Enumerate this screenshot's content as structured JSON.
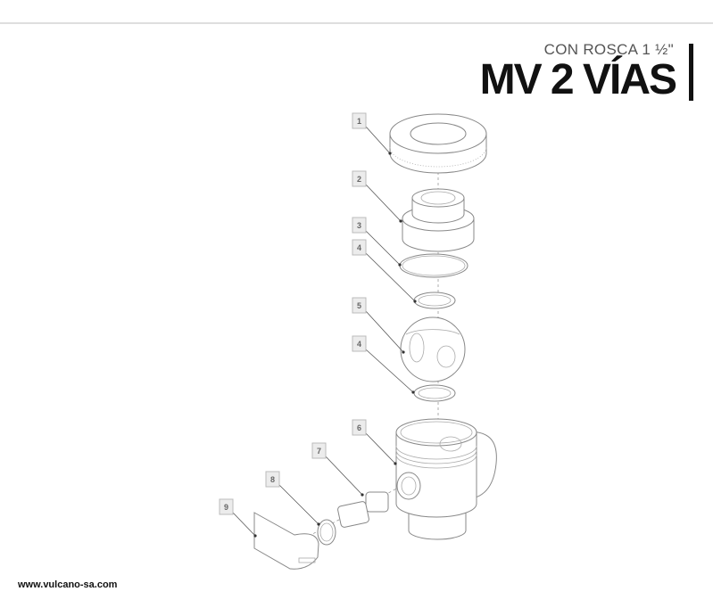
{
  "header": {
    "subtitle": "CON ROSCA 1 ½\"",
    "title": "MV 2 VÍAS"
  },
  "footer": {
    "url": "www.vulcano-sa.com"
  },
  "diagram": {
    "callouts": [
      "1",
      "2",
      "3",
      "4",
      "5",
      "4",
      "6",
      "7",
      "8",
      "9"
    ]
  }
}
